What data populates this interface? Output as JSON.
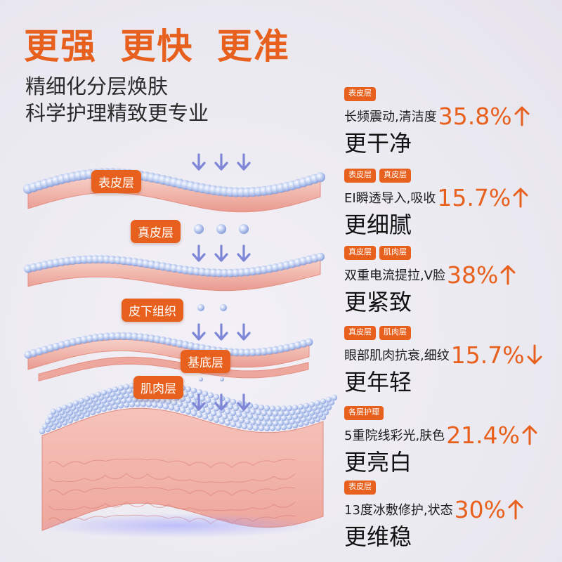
{
  "header": {
    "headline": [
      "更强",
      "更快",
      "更准"
    ],
    "subtitle_line1": "精细化分层焕肤",
    "subtitle_line2": "科学护理精致更专业"
  },
  "layer_labels": {
    "epidermis": "表皮层",
    "dermis": "真皮层",
    "subcutaneous": "皮下组织",
    "basal": "基底层",
    "muscle": "肌肉层"
  },
  "features": [
    {
      "tags": [
        "表皮层"
      ],
      "desc": "长频震动,清洁度",
      "percent": "35.8%",
      "direction": "up",
      "result": "更干净"
    },
    {
      "tags": [
        "表皮层",
        "真皮层"
      ],
      "desc": "EI瞬透导入,吸收",
      "percent": "15.7%",
      "direction": "up",
      "result": "更细腻"
    },
    {
      "tags": [
        "真皮层",
        "肌肉层"
      ],
      "desc": "双重电流提拉,V脸",
      "percent": "38%",
      "direction": "up",
      "result": "更紧致"
    },
    {
      "tags": [
        "真皮层",
        "肌肉层"
      ],
      "desc": "眼部肌肉抗衰,细纹",
      "percent": "15.7%",
      "direction": "down",
      "result": "更年轻"
    },
    {
      "tags": [
        "各层护理"
      ],
      "desc": "5重院线彩光,肤色",
      "percent": "21.4%",
      "direction": "up",
      "result": "更亮白"
    },
    {
      "tags": [
        "表皮层"
      ],
      "desc": "13度冰敷修护,状态",
      "percent": "30%",
      "direction": "up",
      "result": "更维稳"
    }
  ],
  "colors": {
    "accent": "#e8601d",
    "skin": "#f2b2a8",
    "bubble": "#9db5e6",
    "arrow": "#7f86d6"
  }
}
